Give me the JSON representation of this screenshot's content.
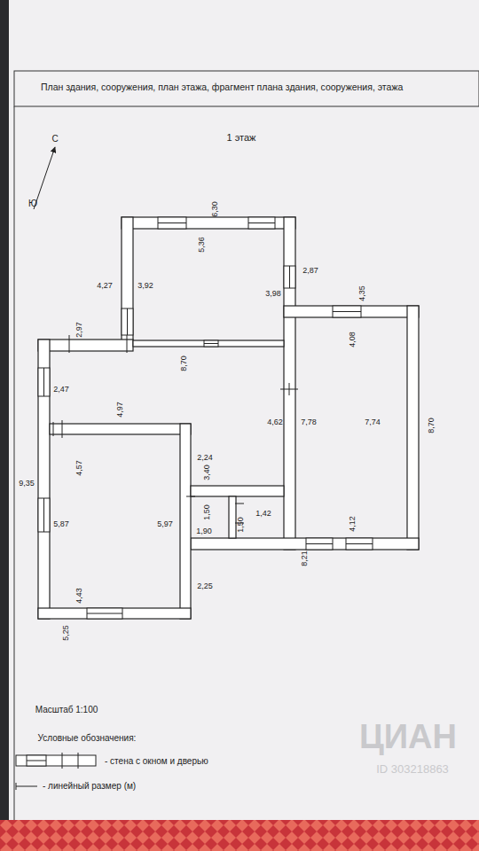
{
  "diagram": {
    "title": "План здания, сооружения, план этажа, фрагмент плана здания, сооружения, этажа",
    "labels": [
      "1 этаж",
      "С",
      "Ю",
      "6,30",
      "5,36",
      "4,27",
      "3,92",
      "3,98",
      "2,87",
      "4,35",
      "2,97",
      "4,08",
      "8,70",
      "2,47",
      "4,97",
      "4,62",
      "7,78",
      "7,74",
      "8,70",
      "4,57",
      "2,24",
      "3,40",
      "9,35",
      "1,50",
      "1,42",
      "1,50",
      "4,12",
      "5,87",
      "5,97",
      "1,90",
      "8,21",
      "2,25",
      "4,43",
      "5,25",
      "Масштаб 1:100",
      "Условные обозначения:",
      "ЦИАН",
      "ID 303218863"
    ],
    "legend": [
      {
        "text": "- стена с окном и дверью"
      },
      {
        "text": "- линейный размер (м)"
      }
    ]
  }
}
